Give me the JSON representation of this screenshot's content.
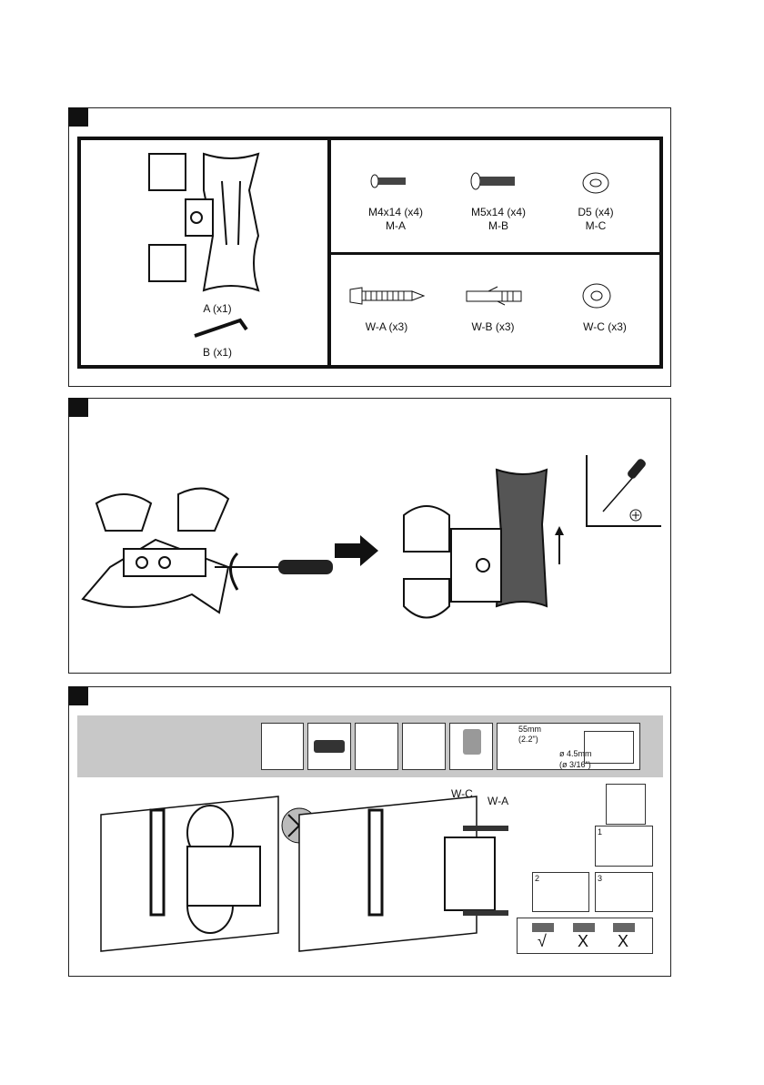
{
  "step1": {
    "bracket_label": "A (x1)",
    "allen_key_label": "B (x1)",
    "machine_parts": [
      {
        "size": "M4x14 (x4)",
        "code": "M-A"
      },
      {
        "size": "M5x14 (x4)",
        "code": "M-B"
      },
      {
        "size": "D5 (x4)",
        "code": "M-C"
      }
    ],
    "wall_parts": [
      {
        "label": "W-A (x3)"
      },
      {
        "label": "W-B (x3)"
      },
      {
        "label": "W-C (x3)"
      }
    ]
  },
  "step3": {
    "drill_depth": "55mm",
    "drill_depth_imperial": "(2.2\")",
    "drill_diameter": "ø 4.5mm",
    "drill_diameter_imperial": "(ø 3/16\")",
    "callout_washer": "W-C",
    "callout_screw": "W-A",
    "substeps": [
      "1",
      "2",
      "3"
    ],
    "level_marks": [
      "√",
      "X",
      "X"
    ]
  }
}
